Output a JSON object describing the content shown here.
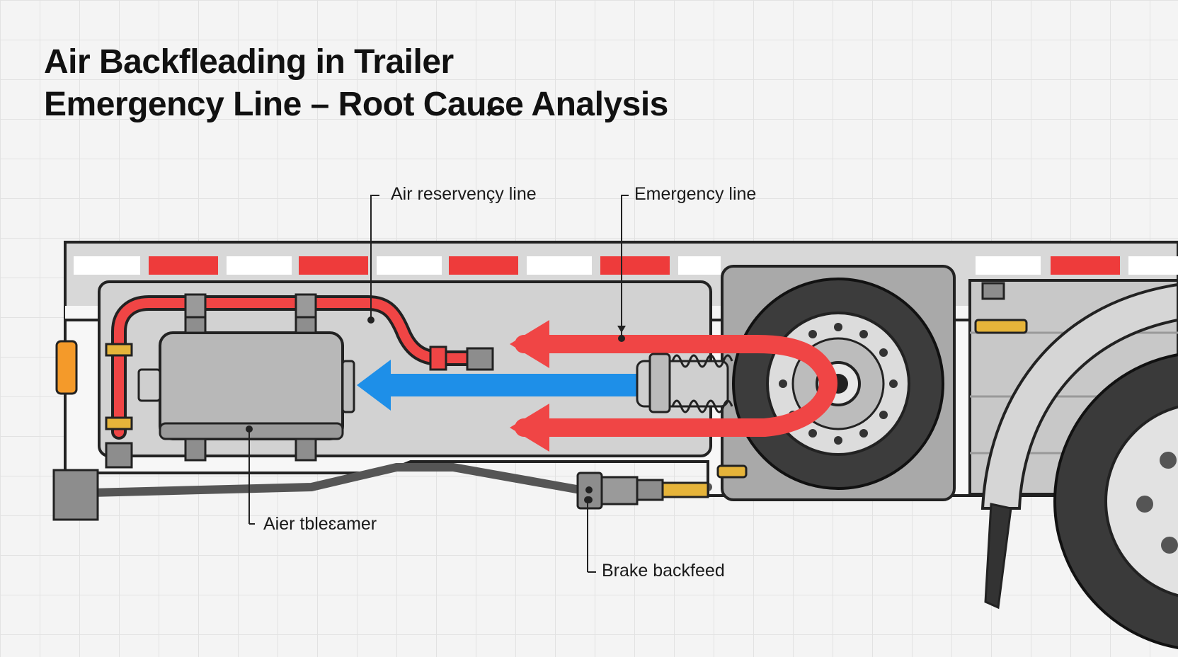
{
  "title": {
    "line1": "Air Backfleading in Trailer",
    "line2": "Emergency Line – Root Cauɕe Analysis"
  },
  "labels": {
    "air_reservoir_line": "Air reservençy line",
    "emergency_line": "Emergency line",
    "air_chamber": "Aier tbleɛamer",
    "brake_backfeed": "Brake backfeed"
  },
  "colors": {
    "red_line": "#f04545",
    "blue_flow": "#1e8fe8",
    "reflector_red": "#ee3b3b",
    "amber_light": "#f49a2a",
    "brass_fitting": "#e6b43a"
  }
}
